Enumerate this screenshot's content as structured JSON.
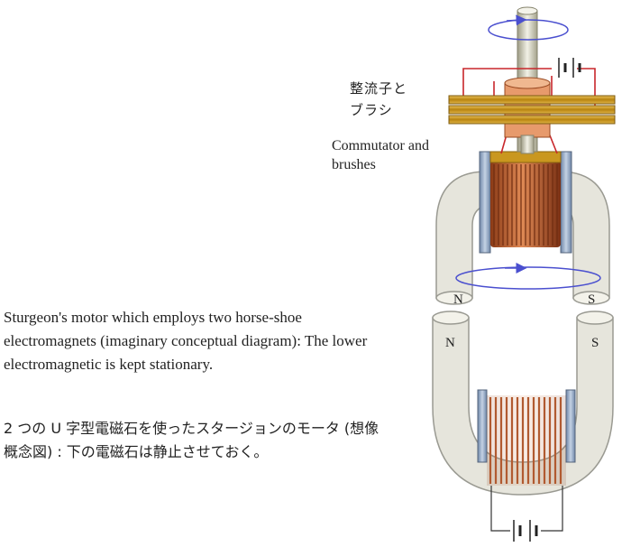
{
  "labels": {
    "commutator_jp": "整流子と\nブラシ",
    "commutator_en": "Commutator and\nbrushes",
    "pole_n": "N",
    "pole_s": "S"
  },
  "caption": {
    "en": "Sturgeon's motor which employs two horse-shoe electromagnets (imaginary conceptual diagram): The lower electromagnetic is kept stationary.",
    "jp": "2 つの U 字型電磁石を使ったスタージョンのモータ (想像概念図) : 下の電磁石は静止させておく。"
  },
  "colors": {
    "magnet_body": "#e6e5dc",
    "magnet_outline": "#9a9a92",
    "coil_copper": "#c0663a",
    "coil_dark": "#7a3414",
    "spool_blue": "#8fa6c4",
    "wire_red": "#c8262b",
    "rotation_arrow": "#4a4fcf",
    "brush_gold": "#c9971f"
  }
}
